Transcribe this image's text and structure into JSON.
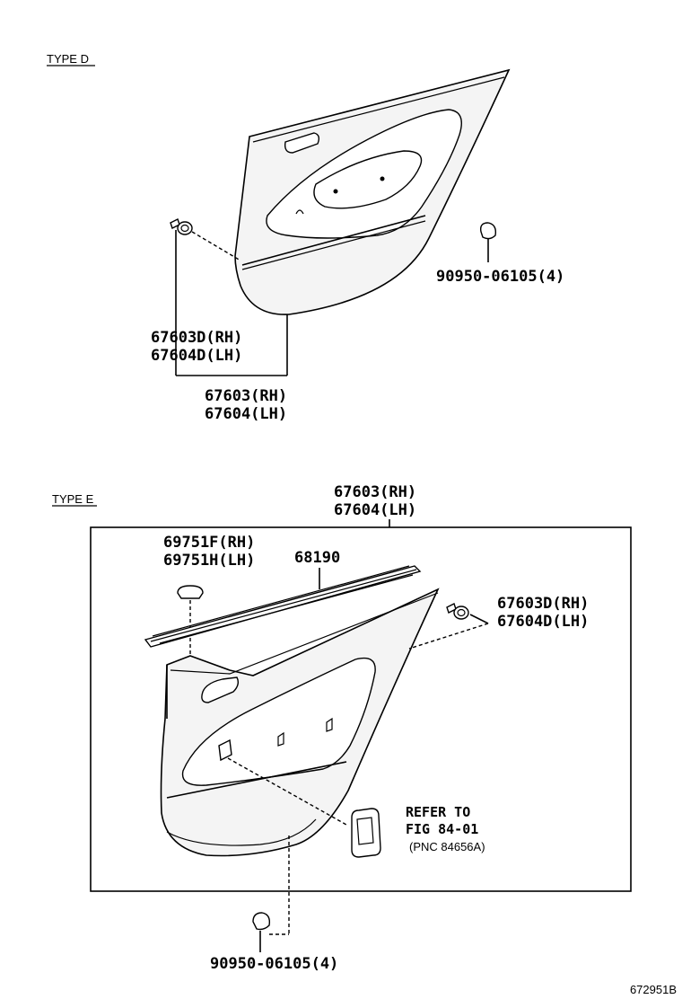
{
  "type_d": {
    "section_label": "TYPE D",
    "clip_label_1": "67603D(RH)",
    "clip_label_2": "67604D(LH)",
    "panel_label_1": "67603(RH)",
    "panel_label_2": "67604(LH)",
    "cap_label": "90950-06105(4)"
  },
  "type_e": {
    "section_label": "TYPE E",
    "panel_label_1": "67603(RH)",
    "panel_label_2": "67604(LH)",
    "plug_label_1": "69751F(RH)",
    "plug_label_2": "69751H(LH)",
    "weatherstrip_label": "68190",
    "clip_label_1": "67603D(RH)",
    "clip_label_2": "67604D(LH)",
    "refer_1": "REFER TO",
    "refer_2": "FIG 84-01",
    "refer_3": "(PNC 84656A)",
    "cap_label": "90950-06105(4)"
  },
  "figure_id": "672951B"
}
